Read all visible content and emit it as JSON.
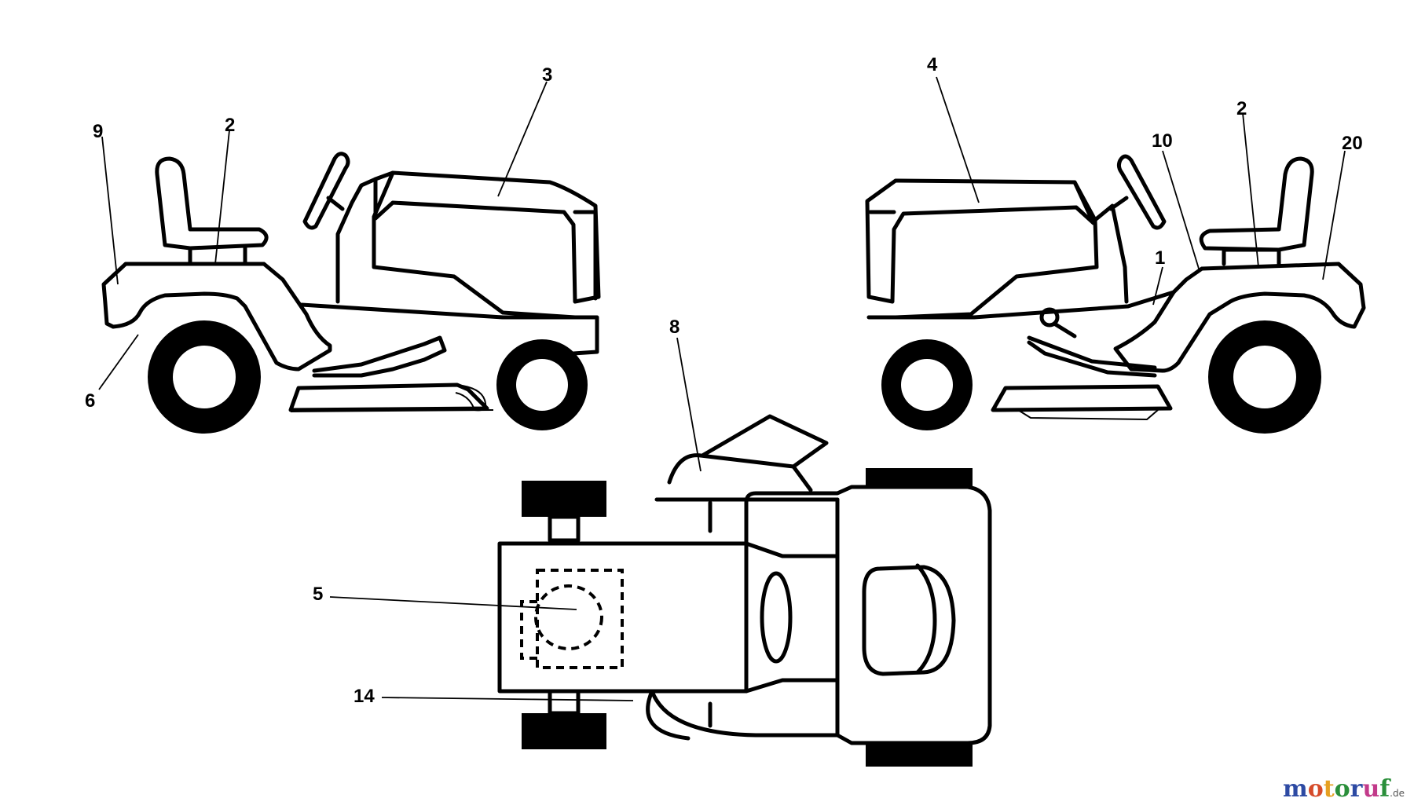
{
  "callouts": {
    "left_side": [
      "9",
      "2",
      "3",
      "6"
    ],
    "right_side": [
      "4",
      "2",
      "10",
      "20",
      "1"
    ],
    "top_view": [
      "8",
      "5",
      "14"
    ]
  },
  "watermark": {
    "letters": [
      "m",
      "o",
      "t",
      "o",
      "r",
      "u",
      "f"
    ],
    "letter_colors": [
      "#2d4aa3",
      "#d64b2a",
      "#e6a021",
      "#2a8f3a",
      "#2d4aa3",
      "#c23a8a",
      "#2a8f3a"
    ],
    "suffix": ".de"
  }
}
